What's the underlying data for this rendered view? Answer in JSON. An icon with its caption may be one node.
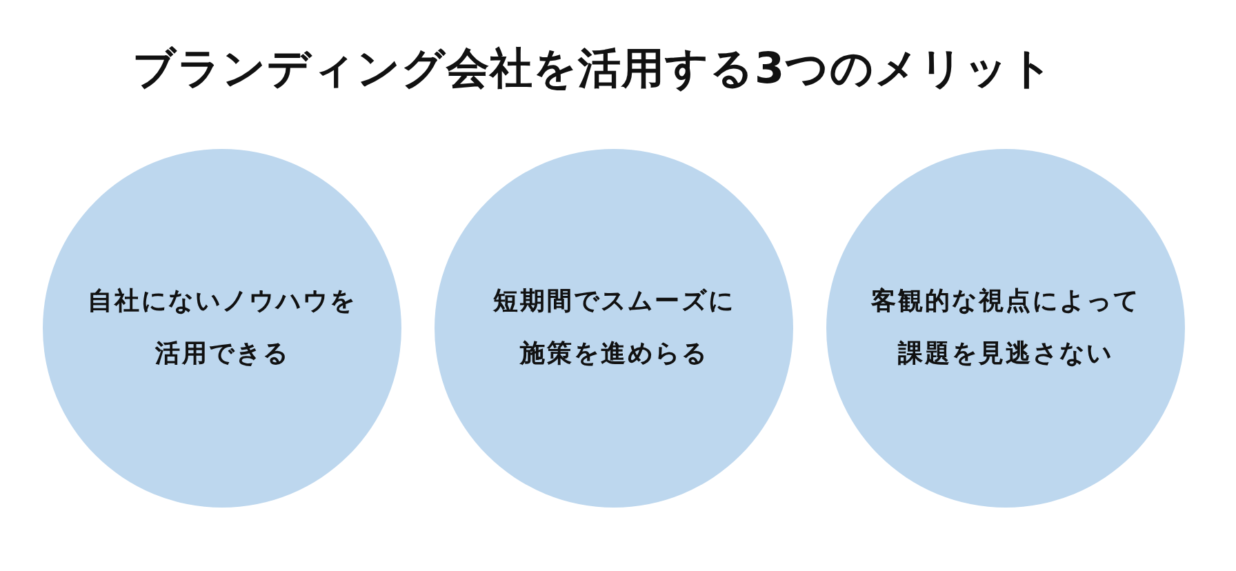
{
  "diagram": {
    "title": "ブランディング会社を活用する3つのメリット",
    "nodes": [
      {
        "text": [
          "自社にないノウハウを活用できる"
        ]
      },
      {
        "text": [
          "短期間でスムーズに施策を進めらる"
        ]
      },
      {
        "text": [
          "客観的な視点によって課題を見逃さない"
        ]
      }
    ]
  }
}
